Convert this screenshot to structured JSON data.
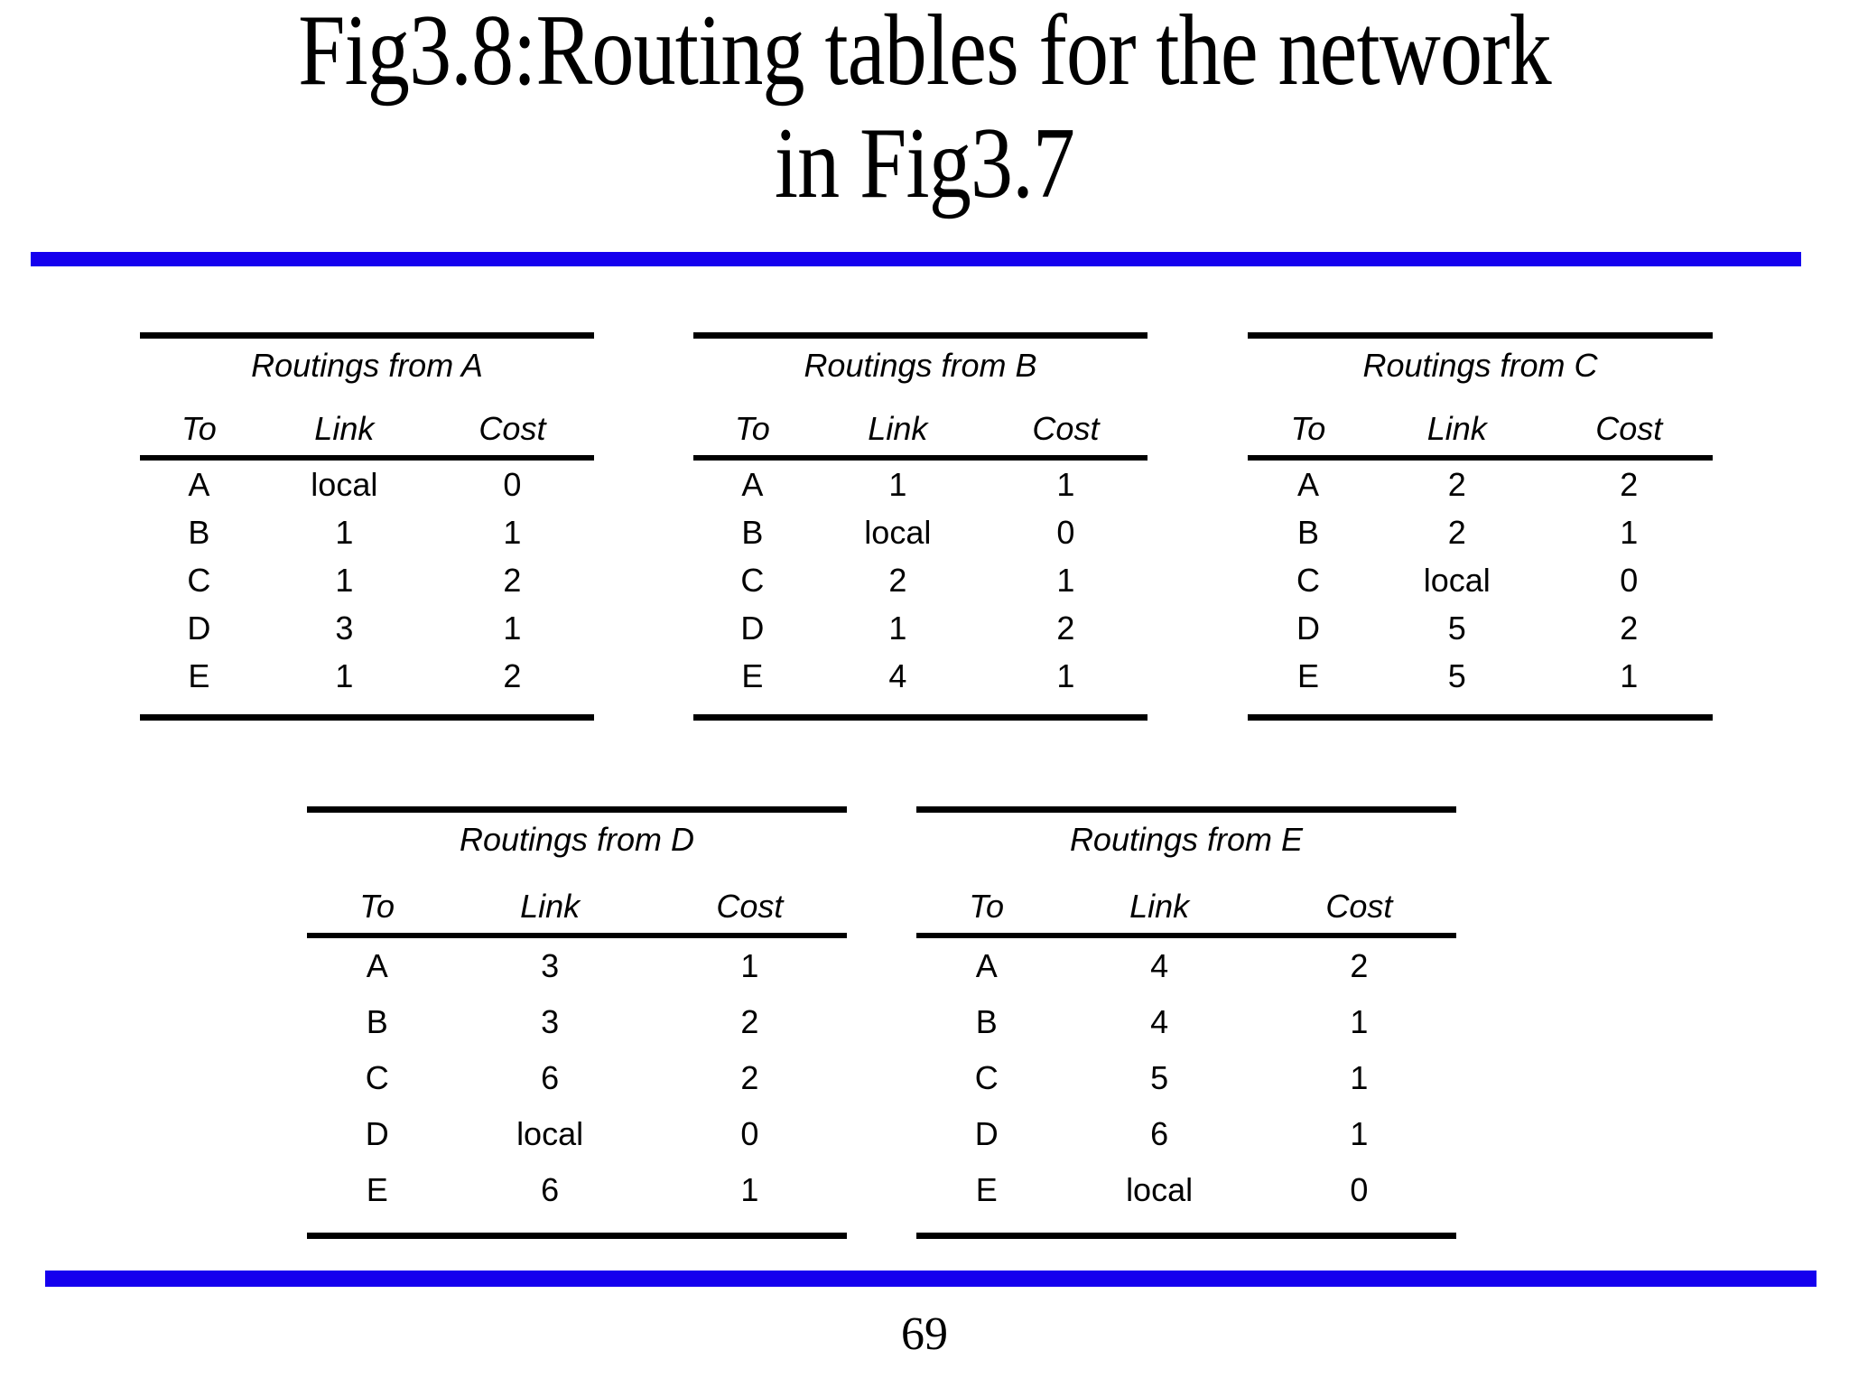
{
  "slide": {
    "title": "Fig3.8:Routing tables for the network\nin Fig3.7",
    "page_number": "69",
    "accent_color": "#1500ee",
    "text_color": "#000000",
    "background_color": "#ffffff"
  },
  "columns": {
    "to": "To",
    "link": "Link",
    "cost": "Cost"
  },
  "tables": [
    {
      "caption": "Routings from A",
      "headers": [
        "To",
        "Link",
        "Cost"
      ],
      "rows": [
        {
          "to": "A",
          "link": "local",
          "cost": "0"
        },
        {
          "to": "B",
          "link": "1",
          "cost": "1"
        },
        {
          "to": "C",
          "link": "1",
          "cost": "2"
        },
        {
          "to": "D",
          "link": "3",
          "cost": "1"
        },
        {
          "to": "E",
          "link": "1",
          "cost": "2"
        }
      ]
    },
    {
      "caption": "Routings from B",
      "headers": [
        "To",
        "Link",
        "Cost"
      ],
      "rows": [
        {
          "to": "A",
          "link": "1",
          "cost": "1"
        },
        {
          "to": "B",
          "link": "local",
          "cost": "0"
        },
        {
          "to": "C",
          "link": "2",
          "cost": "1"
        },
        {
          "to": "D",
          "link": "1",
          "cost": "2"
        },
        {
          "to": "E",
          "link": "4",
          "cost": "1"
        }
      ]
    },
    {
      "caption": "Routings from C",
      "headers": [
        "To",
        "Link",
        "Cost"
      ],
      "rows": [
        {
          "to": "A",
          "link": "2",
          "cost": "2"
        },
        {
          "to": "B",
          "link": "2",
          "cost": "1"
        },
        {
          "to": "C",
          "link": "local",
          "cost": "0"
        },
        {
          "to": "D",
          "link": "5",
          "cost": "2"
        },
        {
          "to": "E",
          "link": "5",
          "cost": "1"
        }
      ]
    },
    {
      "caption": "Routings from D",
      "headers": [
        "To",
        "Link",
        "Cost"
      ],
      "rows": [
        {
          "to": "A",
          "link": "3",
          "cost": "1"
        },
        {
          "to": "B",
          "link": "3",
          "cost": "2"
        },
        {
          "to": "C",
          "link": "6",
          "cost": "2"
        },
        {
          "to": "D",
          "link": "local",
          "cost": "0"
        },
        {
          "to": "E",
          "link": "6",
          "cost": "1"
        }
      ]
    },
    {
      "caption": "Routings from E",
      "headers": [
        "To",
        "Link",
        "Cost"
      ],
      "rows": [
        {
          "to": "A",
          "link": "4",
          "cost": "2"
        },
        {
          "to": "B",
          "link": "4",
          "cost": "1"
        },
        {
          "to": "C",
          "link": "5",
          "cost": "1"
        },
        {
          "to": "D",
          "link": "6",
          "cost": "1"
        },
        {
          "to": "E",
          "link": "local",
          "cost": "0"
        }
      ]
    }
  ]
}
